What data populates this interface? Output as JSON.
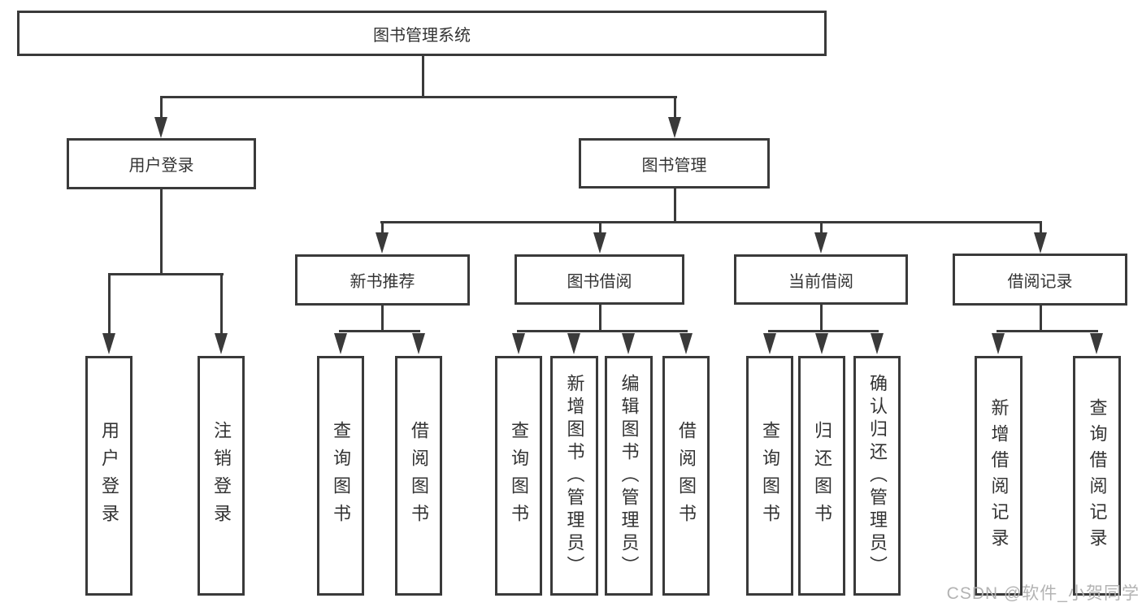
{
  "tree": {
    "root": {
      "label": "图书管理系统",
      "children": [
        {
          "label": "用户登录",
          "children": [
            {
              "label": "用户登录"
            },
            {
              "label": "注销登录"
            }
          ]
        },
        {
          "label": "图书管理",
          "children": [
            {
              "label": "新书推荐",
              "children": [
                {
                  "label": "查询图书"
                },
                {
                  "label": "借阅图书"
                }
              ]
            },
            {
              "label": "图书借阅",
              "children": [
                {
                  "label": "查询图书"
                },
                {
                  "label": "新增图书（管理员）"
                },
                {
                  "label": "编辑图书（管理员）"
                },
                {
                  "label": "借阅图书"
                }
              ]
            },
            {
              "label": "当前借阅",
              "children": [
                {
                  "label": "查询图书"
                },
                {
                  "label": "归还图书"
                },
                {
                  "label": "确认归还（管理员）"
                }
              ]
            },
            {
              "label": "借阅记录",
              "children": [
                {
                  "label": "新增借阅记录"
                },
                {
                  "label": "查询借阅记录"
                }
              ]
            }
          ]
        }
      ]
    }
  },
  "watermark": {
    "text": "CSDN @软件_小贺同学"
  },
  "colors": {
    "line": "#3a3a3a",
    "text": "#333333",
    "watermark": "#b3b3b3"
  }
}
